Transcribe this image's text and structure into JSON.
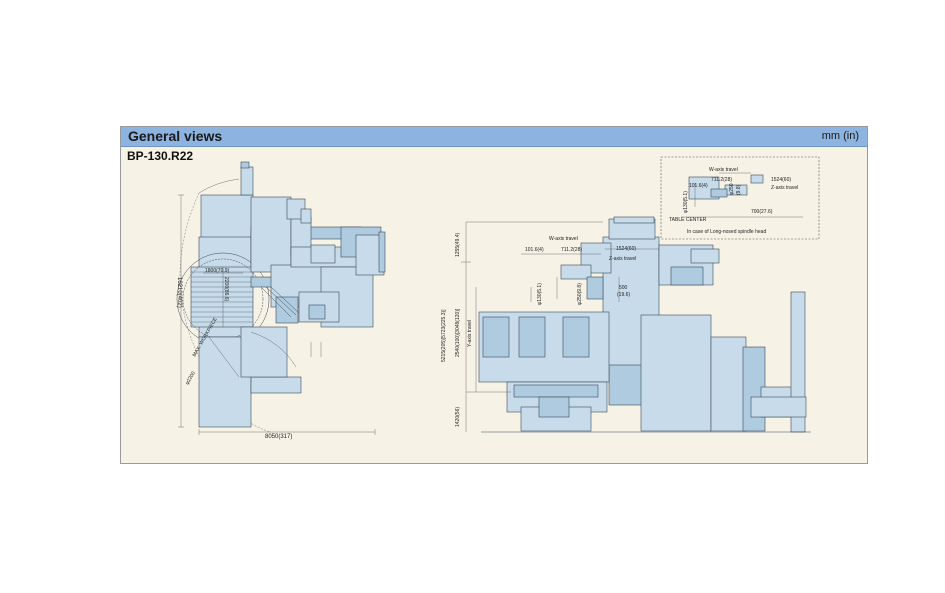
{
  "header": {
    "title": "General views",
    "unit": "mm (in)"
  },
  "model": "BP-130.R22",
  "plan_view": {
    "width_label": "8050(317)",
    "depth_label": "10210(402)",
    "dim1": "1800(70.9)",
    "dim2": "2200(86.6)",
    "dim3": "MAX. WORKPIECE",
    "dim4": "φ2200"
  },
  "front_view": {
    "w_axis_label": "W-axis travel",
    "w_axis_left": "101.6(4)",
    "w_axis_right": "711.2(28)",
    "z_top": "1524(60)",
    "z_axis_label": "Z-axis travel",
    "total_height": "1255(49.4)",
    "height_full": "5215(205)[5723(225.3)]",
    "y_axis_range": "2540(100)[3048(120)]",
    "y_axis_label": "Y-axis travel",
    "spindle_dia": "φ130(5.1)",
    "quill_dia": "φ250(9.8)",
    "dim_500": "500",
    "dim_500_in": "(19.6)",
    "floor_height": "1420(56)"
  },
  "inset": {
    "w_axis_label": "W-axis travel",
    "w_axis_val": "711.2(28)",
    "z_val": "1524(60)",
    "z_label": "Z-axis travel",
    "dim_left": "101.6(4)",
    "dim_vert": "φ130(5.1)",
    "dim_vert2": "φ250",
    "dim_vert3": "(9.8)",
    "table_center": "TABLE CENTER",
    "dim_700": "700(27.6)",
    "caption": "In case of Long-nosed spindle head"
  }
}
